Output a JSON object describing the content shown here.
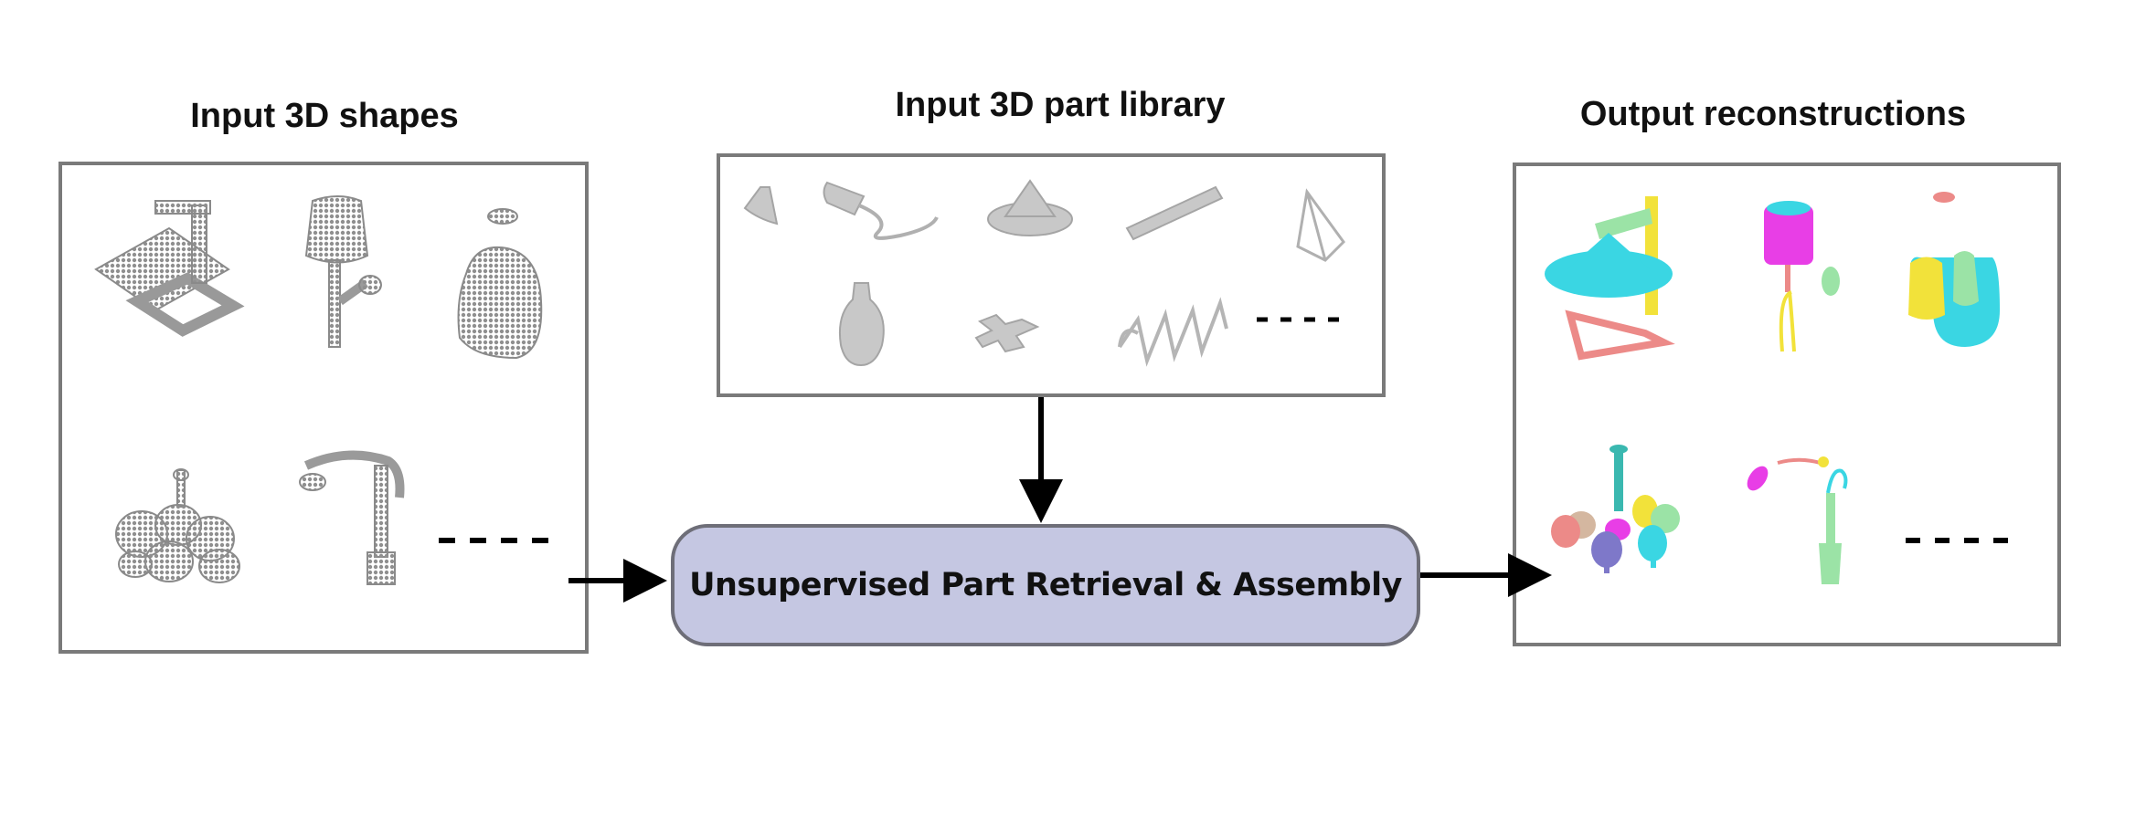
{
  "titles": {
    "input_shapes": "Input 3D shapes",
    "part_library": "Input 3D part library",
    "output": "Output reconstructions"
  },
  "process": {
    "label": "Unsupervised Part Retrieval & Assembly",
    "fill_color": "#c5c7e2"
  },
  "colors": {
    "panel_border": "#7a7a7a",
    "arrow": "#000000",
    "shape_gray": "#a9a9a9",
    "part_gray": "#c8c8c8",
    "cyan": "#3ad6e3",
    "yellow": "#f2e23a",
    "magenta": "#e83ee6",
    "green": "#9be3a6",
    "salmon": "#ec8a88",
    "purple": "#7e78c9"
  },
  "ellipsis": "- - - -"
}
